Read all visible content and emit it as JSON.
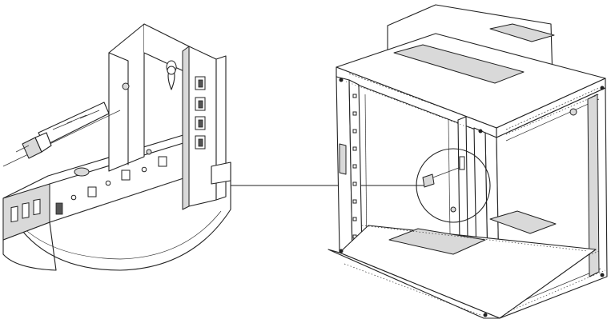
{
  "figure": {
    "subject": "wall-mount-cabinet-installation",
    "parts": [
      "detail-view-bracket",
      "expansion-bolt",
      "callout-circle",
      "leader-line",
      "wall-cabinet"
    ],
    "colors": {
      "line": "#222222",
      "shade": "#d9d9d9",
      "background": "#ffffff"
    }
  }
}
